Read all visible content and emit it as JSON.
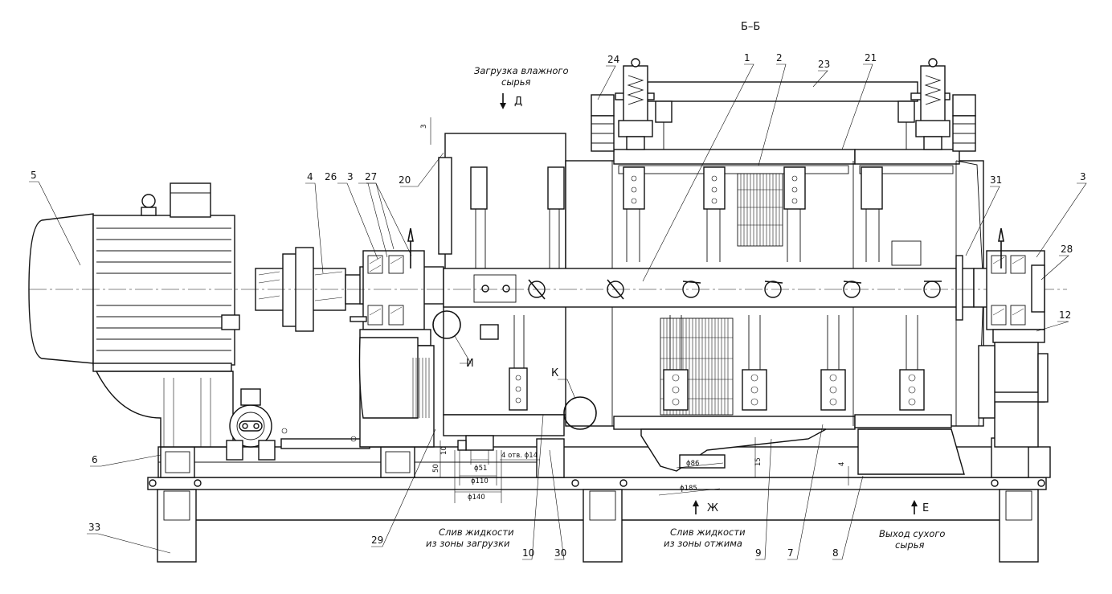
{
  "section_title": "Б–Б",
  "part_numbers": [
    "1",
    "2",
    "3",
    "4",
    "5",
    "6",
    "7",
    "8",
    "9",
    "10",
    "12",
    "20",
    "21",
    "23",
    "24",
    "26",
    "27",
    "28",
    "29",
    "30",
    "31",
    "33",
    "3"
  ],
  "view_markers": {
    "d": "Д",
    "i": "И",
    "k": "К",
    "zh": "Ж",
    "e": "Е"
  },
  "captions": {
    "load_line1": "Загрузка влажного",
    "load_line2": "сырья",
    "drain_load_line1": "Слив жидкости",
    "drain_load_line2": "из зоны загрузки",
    "drain_press_line1": "Слив жидкости",
    "drain_press_line2": "из зоны отжима",
    "exit_line1": "Выход сухого",
    "exit_line2": "сырья"
  },
  "dimensions": {
    "d51": "ϕ51",
    "d110": "ϕ110",
    "d140": "ϕ140",
    "d86": "ϕ86",
    "d185": "ϕ185",
    "otv": "4 отв. ϕ14",
    "h50": "50",
    "h10": "10",
    "h3": "3",
    "h4": "4",
    "h15": "15"
  }
}
